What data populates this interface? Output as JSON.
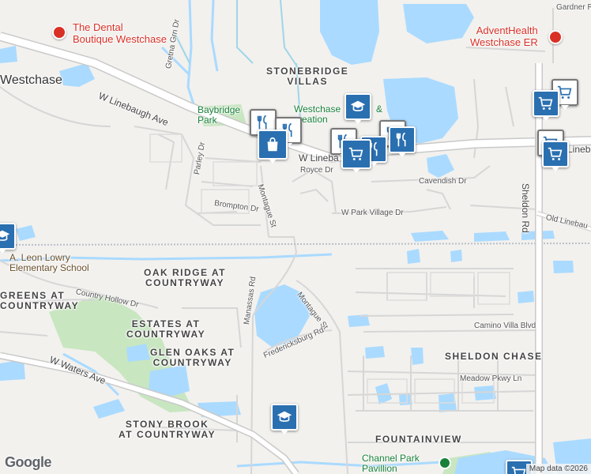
{
  "map": {
    "attribution": "Map data ©2026",
    "logo": "Google"
  },
  "areas": {
    "stonebridge": [
      "STONEBRIDGE",
      "VILLAS"
    ],
    "oak_ridge": [
      "OAK RIDGE AT",
      "COUNTRYWAY"
    ],
    "greens": [
      "GREENS AT",
      "COUNTRYWAY"
    ],
    "estates": [
      "ESTATES AT",
      "COUNTRYWAY"
    ],
    "glen_oaks": [
      "GLEN OAKS AT",
      "COUNTRYWAY"
    ],
    "stony_brook": [
      "STONY BROOK",
      "AT COUNTRYWAY"
    ],
    "sheldon_chase": "SHELDON CHASE",
    "fountainview": "FOUNTAINVIEW",
    "westchase": "Westchase"
  },
  "streets": {
    "w_linebaugh": "W Linebaugh Ave",
    "w_linebaugh_short": "W Lineba",
    "linebaugh_right": "Linebau",
    "old_linebaugh": "Old Linebau",
    "royce": "Royce Dr",
    "cavendish": "Cavendish Dr",
    "w_park_village": "W Park Village Dr",
    "brompton": "Brompton Dr",
    "montague_n": "Montague St",
    "montague_s": "Montague St",
    "parley": "Parley Dr",
    "gretna_grn": "Gretna Grn Dr",
    "sheldon": "Sheldon Rd",
    "gardner": "Gardner Rd",
    "country_hollow": "Country Hollow Dr",
    "manassas": "Manassas Rd",
    "fredericksburg": "Fredericksburg Rd",
    "w_waters": "W Waters Ave",
    "camino_villa": "Camino Villa Blvd",
    "meadow_pkwy": "Meadow Pkwy Ln"
  },
  "pois": {
    "dental": [
      "The Dental",
      "Boutique Westchase"
    ],
    "advent": [
      "AdventHealth",
      "Westchase ER"
    ],
    "baybridge": [
      "Baybridge",
      "Park"
    ],
    "westchase_rec": [
      "Westchase",
      "creation"
    ],
    "ampersand": "&",
    "leon_lowry": [
      "A. Leon Lowry",
      "Elementary School"
    ],
    "channel_park": [
      "Channel Park",
      "Pavillion"
    ]
  },
  "markers": [
    {
      "icon": "school-icon"
    },
    {
      "icon": "shopping-bag-icon"
    },
    {
      "icon": "restaurant-icon"
    },
    {
      "icon": "shopping-cart-icon"
    },
    {
      "icon": "shopping-cart-icon"
    },
    {
      "icon": "shopping-cart-icon"
    },
    {
      "icon": "school-icon"
    },
    {
      "icon": "school-icon"
    },
    {
      "icon": "shopping-cart-icon"
    }
  ],
  "colors": {
    "water": "#aadaff",
    "park": "#c8e6c0",
    "highway": "#ffffff",
    "pin": "#2a6fb0",
    "poi_red": "#d93025",
    "poi_green": "#188038"
  }
}
